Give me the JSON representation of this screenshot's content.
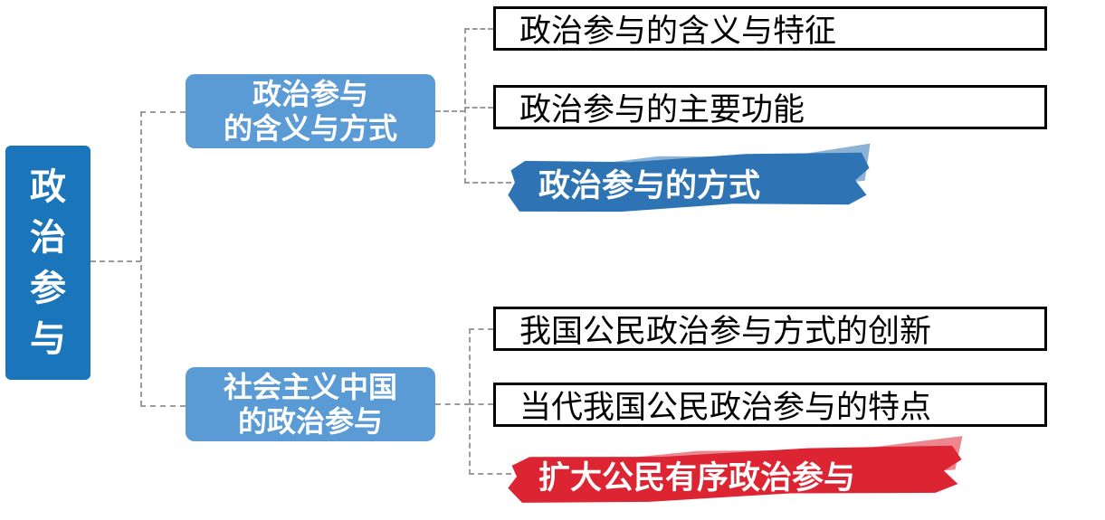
{
  "diagram": {
    "root": {
      "label": "政治参与",
      "chars": [
        "政",
        "治",
        "参",
        "与"
      ],
      "color": "#1b75bb"
    },
    "branches": [
      {
        "label": "政治参与的含义与方式",
        "label_lines": [
          "政治参与",
          "的含义与方式"
        ],
        "color": "#5b9bd5",
        "children": [
          {
            "label": "政治参与的含义与特征",
            "style": "plain"
          },
          {
            "label": "政治参与的主要功能",
            "style": "plain"
          },
          {
            "label": "政治参与的方式",
            "style": "highlight",
            "highlight_color": "#2e74b5"
          }
        ]
      },
      {
        "label": "社会主义中国的政治参与",
        "label_lines": [
          "社会主义中国",
          "的政治参与"
        ],
        "color": "#5b9bd5",
        "children": [
          {
            "label": "我国公民政治参与方式的创新",
            "style": "plain"
          },
          {
            "label": "当代我国公民政治参与的特点",
            "style": "plain"
          },
          {
            "label": "扩大公民有序政治参与",
            "style": "highlight",
            "highlight_color": "#dd2433"
          }
        ]
      }
    ],
    "connector_color": "#9b9b9b"
  }
}
